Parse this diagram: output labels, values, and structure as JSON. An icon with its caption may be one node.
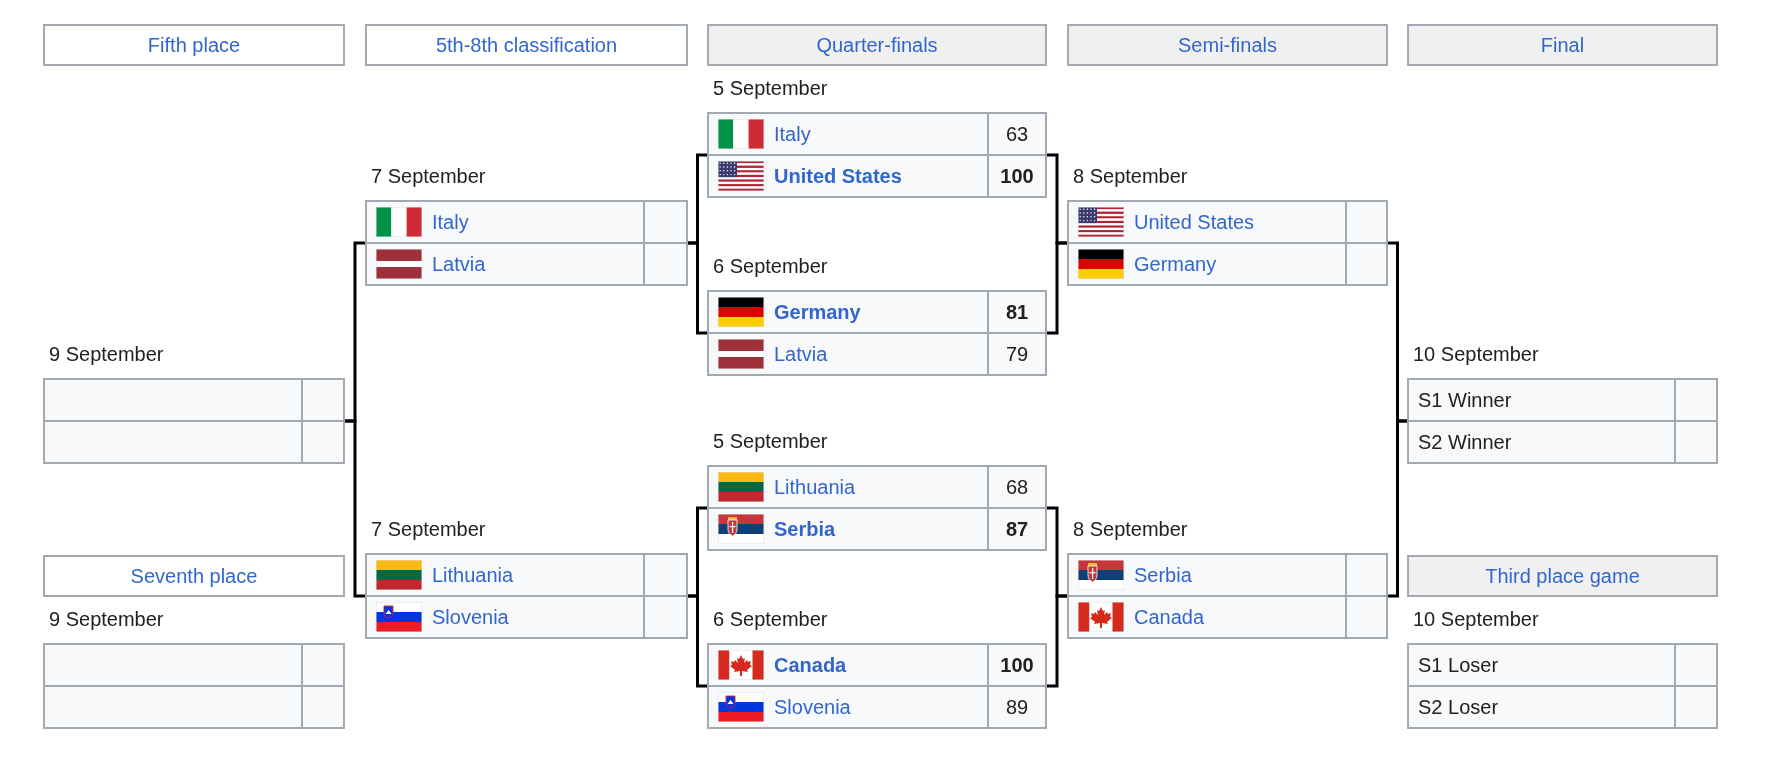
{
  "diagram": {
    "nodes": [
      {
        "text": [
          "Fifth place"
        ]
      },
      {
        "text": [
          "5th-8th classification"
        ]
      },
      {
        "text": [
          "Quarter-finals"
        ]
      },
      {
        "text": [
          "Semi-finals"
        ]
      },
      {
        "text": [
          "Final"
        ]
      },
      {
        "text": [],
        "shape": "box",
        "beside": [
          "9 September"
        ]
      },
      {
        "text": [
          "Seventh place"
        ]
      },
      {
        "text": [],
        "shape": "box",
        "beside": [
          "9 September"
        ]
      },
      {
        "text": [
          "Italy",
          "Latvia"
        ],
        "beside": [
          "7 September"
        ]
      },
      {
        "text": [
          "Lithuania",
          "Slovenia"
        ],
        "beside": [
          "7 September"
        ]
      },
      {
        "text": [
          "Italy",
          "63",
          "United States",
          "100"
        ],
        "beside": [
          "5 September"
        ]
      },
      {
        "text": [
          "Germany",
          "81",
          "Latvia",
          "79"
        ],
        "beside": [
          "6 September"
        ]
      },
      {
        "text": [
          "Lithuania",
          "68",
          "Serbia",
          "87"
        ],
        "beside": [
          "5 September"
        ]
      },
      {
        "text": [
          "Canada",
          "100",
          "Slovenia",
          "89"
        ],
        "beside": [
          "6 September"
        ]
      },
      {
        "text": [
          "United States",
          "Germany"
        ],
        "beside": [
          "8 September"
        ]
      },
      {
        "text": [
          "Serbia",
          "Canada"
        ],
        "beside": [
          "8 September"
        ]
      },
      {
        "text": [
          "S1 Winner",
          "S2 Winner"
        ],
        "beside": [
          "10 September"
        ]
      },
      {
        "text": [
          "Third place game"
        ]
      },
      {
        "text": [
          "S1 Loser",
          "S2 Loser"
        ],
        "beside": [
          "10 September"
        ]
      }
    ],
    "edges": [
      {
        "from": 10,
        "to": 14,
        "arrow": "none"
      },
      {
        "from": 11,
        "to": 14,
        "arrow": "none"
      },
      {
        "from": 12,
        "to": 15,
        "arrow": "none"
      },
      {
        "from": 13,
        "to": 15,
        "arrow": "none"
      },
      {
        "from": 14,
        "to": 16,
        "arrow": "none"
      },
      {
        "from": 15,
        "to": 16,
        "arrow": "none"
      },
      {
        "from": 10,
        "to": 8,
        "arrow": "none"
      },
      {
        "from": 11,
        "to": 8,
        "arrow": "none"
      },
      {
        "from": 12,
        "to": 9,
        "arrow": "none"
      },
      {
        "from": 13,
        "to": 9,
        "arrow": "none"
      },
      {
        "from": 8,
        "to": 5,
        "arrow": "none"
      },
      {
        "from": 9,
        "to": 5,
        "arrow": "none"
      }
    ]
  }
}
